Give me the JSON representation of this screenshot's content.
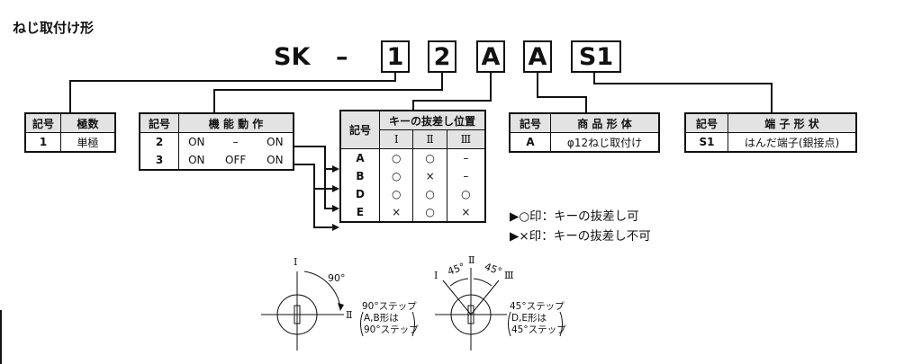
{
  "title": "ねじ取付け形",
  "model": {
    "prefix": "SK",
    "dash": "–",
    "boxes": [
      "1",
      "2",
      "A",
      "A",
      "S1"
    ]
  },
  "table_poles": {
    "headers": [
      "記号",
      "極数"
    ],
    "rows": [
      [
        "1",
        "単極"
      ]
    ]
  },
  "table_function": {
    "headers": [
      "記号",
      "機 能 動 作"
    ],
    "rows": [
      [
        "2",
        "ON",
        "–",
        "ON"
      ],
      [
        "3",
        "ON",
        "OFF",
        "ON"
      ]
    ]
  },
  "table_key": {
    "header_code": "記号",
    "header_group": "キーの抜差し位置",
    "positions": [
      "Ⅰ",
      "Ⅱ",
      "Ⅲ"
    ],
    "rows": [
      [
        "A",
        "○",
        "○",
        "–"
      ],
      [
        "B",
        "○",
        "×",
        "–"
      ],
      [
        "D",
        "○",
        "○",
        "○"
      ],
      [
        "E",
        "×",
        "○",
        "×"
      ]
    ]
  },
  "table_product": {
    "headers": [
      "記号",
      "商 品 形 体"
    ],
    "rows": [
      [
        "A",
        "φ12ねじ取付け"
      ]
    ]
  },
  "table_terminal": {
    "headers": [
      "記号",
      "端 子 形 状"
    ],
    "rows": [
      [
        "S1",
        "はんだ端子(銀接点)"
      ]
    ]
  },
  "legend": [
    "▶○印：キーの抜差し可",
    "▶×印：キーの抜差し不可"
  ],
  "diagram_90": {
    "label_i": "Ⅰ",
    "label_ii": "Ⅱ",
    "angle": "90°",
    "step_line1": "90°ステップ",
    "step_line2": "A,B形は",
    "step_line3": "90°ステップ"
  },
  "diagram_45": {
    "label_i": "Ⅰ",
    "label_ii": "Ⅱ",
    "label_iii": "Ⅲ",
    "angle_left": "45°",
    "angle_right": "45°",
    "step_line1": "45°ステップ",
    "step_line2": "D,E形は",
    "step_line3": "45°ステップ"
  },
  "colors": {
    "line": "#111111",
    "header_fill": "#e3e3e3"
  }
}
